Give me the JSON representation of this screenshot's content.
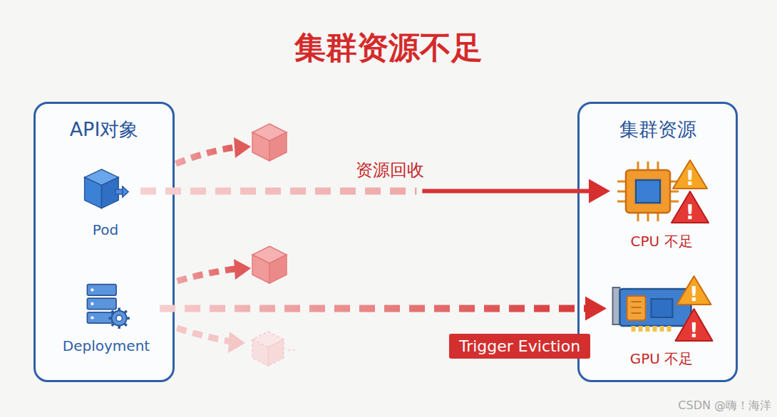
{
  "diagram": {
    "title": "集群资源不足",
    "nodes": [
      {
        "text": [
          "API对象"
        ]
      },
      {
        "text": [
          "Pod"
        ],
        "in": 0
      },
      {
        "text": [
          "Deployment"
        ],
        "in": 0
      },
      {
        "text": [
          "集群资源"
        ]
      },
      {
        "text": [
          "CPU 不足"
        ],
        "in": 3
      },
      {
        "text": [
          "GPU 不足"
        ],
        "in": 3
      }
    ],
    "edges": [
      {
        "from": 1,
        "to": 4,
        "arrow": "to",
        "label": "资源回收"
      },
      {
        "from": 2,
        "to": 5,
        "arrow": "to"
      }
    ],
    "labels": [
      "Trigger Eviction",
      "CSDN @嗨！海洋"
    ]
  }
}
